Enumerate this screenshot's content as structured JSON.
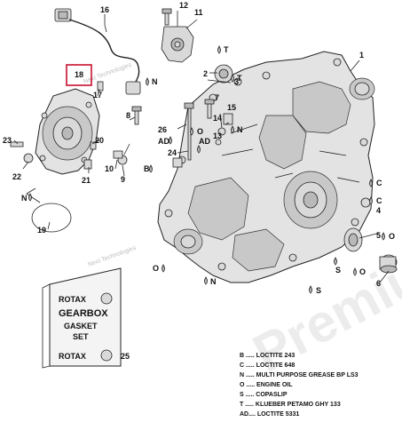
{
  "watermark": {
    "small": "Next Technologies",
    "big": "Premium"
  },
  "highlight_label": "18",
  "callouts": {
    "n1": "1",
    "n2": "2",
    "n3": "3",
    "n4": "4",
    "n5": "5",
    "n6": "6",
    "n7": "7",
    "n8": "8",
    "n9": "9",
    "n10": "10",
    "n11": "11",
    "n12": "12",
    "n13": "13",
    "n14": "14",
    "n15": "15",
    "n16": "16",
    "n17": "17",
    "n19": "19",
    "n20": "20",
    "n21": "21",
    "n22": "22",
    "n23": "23",
    "n24": "24",
    "n25": "25",
    "n26": "26"
  },
  "symbols": {
    "N": "N",
    "T": "T",
    "S": "S",
    "C": "C",
    "O": "O",
    "B": "B",
    "AD": "AD"
  },
  "kit_card": {
    "brand_top": "ROTAX",
    "title_line1": "GEARBOX",
    "title_line2": "GASKET",
    "title_line3": "SET",
    "brand_bottom": "ROTAX"
  },
  "legend": [
    {
      "code": "B",
      "text": "B ..... LOCTITE 243"
    },
    {
      "code": "C",
      "text": "C ..... LOCTITE 648"
    },
    {
      "code": "N",
      "text": "N ..... MULTI PURPOSE GREASE BP LS3"
    },
    {
      "code": "O",
      "text": "O ..... ENGINE OIL"
    },
    {
      "code": "S",
      "text": "S ..... COPASLIP"
    },
    {
      "code": "T",
      "text": "T ..... KLUEBER PETAMO GHY 133"
    },
    {
      "code": "AD",
      "text": "AD.... LOCTITE 5331"
    }
  ]
}
